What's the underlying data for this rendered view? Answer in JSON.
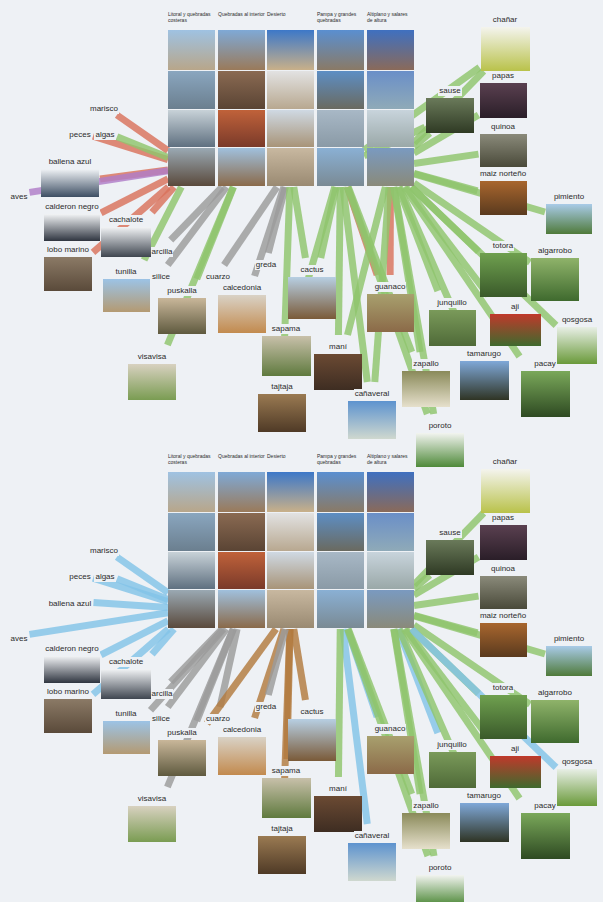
{
  "diagram": {
    "nodes": [
      {
        "text": [
          "Litoral y quebradas costeras"
        ]
      },
      {
        "text": [
          "Quebradas al interior"
        ]
      },
      {
        "text": [
          "Desierto"
        ]
      },
      {
        "text": [
          "Pampa y grandes quebradas"
        ]
      },
      {
        "text": [
          "Altiplano y salares de altura"
        ]
      },
      {
        "text": [
          "marisco"
        ]
      },
      {
        "text": [
          "peces"
        ]
      },
      {
        "text": [
          "algas"
        ]
      },
      {
        "text": [
          "ballena azul"
        ]
      },
      {
        "text": [
          "aves"
        ]
      },
      {
        "text": [
          "calderon negro"
        ]
      },
      {
        "text": [
          "cachalote"
        ]
      },
      {
        "text": [
          "lobo marino"
        ]
      },
      {
        "text": [
          "arcilla"
        ]
      },
      {
        "text": [
          "silice"
        ]
      },
      {
        "text": [
          "tunilla"
        ]
      },
      {
        "text": [
          "puskalla"
        ]
      },
      {
        "text": [
          "cuarzo"
        ]
      },
      {
        "text": [
          "calcedonia"
        ]
      },
      {
        "text": [
          "greda"
        ]
      },
      {
        "text": [
          "cactus"
        ]
      },
      {
        "text": [
          "guanaco"
        ]
      },
      {
        "text": [
          "visavisa"
        ]
      },
      {
        "text": [
          "sapama"
        ]
      },
      {
        "text": [
          "maní"
        ]
      },
      {
        "text": [
          "tajtaja"
        ]
      },
      {
        "text": [
          "cañaveral"
        ]
      },
      {
        "text": [
          "zapallo"
        ]
      },
      {
        "text": [
          "poroto"
        ]
      },
      {
        "text": [
          "junquillo"
        ]
      },
      {
        "text": [
          "tamarugo"
        ]
      },
      {
        "text": [
          "sause"
        ]
      },
      {
        "text": [
          "chañar"
        ]
      },
      {
        "text": [
          "papas"
        ]
      },
      {
        "text": [
          "quinoa"
        ]
      },
      {
        "text": [
          "maiz norteño"
        ]
      },
      {
        "text": [
          "pimiento"
        ]
      },
      {
        "text": [
          "totora"
        ]
      },
      {
        "text": [
          "algarrobo"
        ]
      },
      {
        "text": [
          "aji"
        ]
      },
      {
        "text": [
          "qosgosa"
        ]
      },
      {
        "text": [
          "pacay"
        ]
      },
      {
        "text": [
          "Litoral y quebradas costeras"
        ]
      },
      {
        "text": [
          "Quebradas al interior"
        ]
      },
      {
        "text": [
          "Desierto"
        ]
      },
      {
        "text": [
          "Pampa y grandes quebradas"
        ]
      },
      {
        "text": [
          "Altiplano y salares de altura"
        ]
      },
      {
        "text": [
          "marisco"
        ]
      },
      {
        "text": [
          "peces"
        ]
      },
      {
        "text": [
          "algas"
        ]
      },
      {
        "text": [
          "ballena azul"
        ]
      },
      {
        "text": [
          "aves"
        ]
      },
      {
        "text": [
          "calderon negro"
        ]
      },
      {
        "text": [
          "cachalote"
        ]
      },
      {
        "text": [
          "lobo marino"
        ]
      },
      {
        "text": [
          "arcilla"
        ]
      },
      {
        "text": [
          "silice"
        ]
      },
      {
        "text": [
          "tunilla"
        ]
      },
      {
        "text": [
          "puskalla"
        ]
      },
      {
        "text": [
          "cuarzo"
        ]
      },
      {
        "text": [
          "calcedonia"
        ]
      },
      {
        "text": [
          "greda"
        ]
      },
      {
        "text": [
          "cactus"
        ]
      },
      {
        "text": [
          "guanaco"
        ]
      },
      {
        "text": [
          "visavisa"
        ]
      },
      {
        "text": [
          "sapama"
        ]
      },
      {
        "text": [
          "maní"
        ]
      },
      {
        "text": [
          "tajtaja"
        ]
      },
      {
        "text": [
          "cañaveral"
        ]
      },
      {
        "text": [
          "zapallo"
        ]
      },
      {
        "text": [
          "poroto"
        ]
      },
      {
        "text": [
          "junquillo"
        ]
      },
      {
        "text": [
          "tamarugo"
        ]
      },
      {
        "text": [
          "sause"
        ]
      },
      {
        "text": [
          "chañar"
        ]
      },
      {
        "text": [
          "papas"
        ]
      },
      {
        "text": [
          "quinoa"
        ]
      },
      {
        "text": [
          "maiz norteño"
        ]
      },
      {
        "text": [
          "pimiento"
        ]
      },
      {
        "text": [
          "totora"
        ]
      },
      {
        "text": [
          "algarrobo"
        ]
      },
      {
        "text": [
          "aji"
        ]
      },
      {
        "text": [
          "qosgosa"
        ]
      },
      {
        "text": [
          "pacay"
        ]
      }
    ],
    "edges": [
      {
        "from": 5,
        "to": 0,
        "arrow": "none"
      },
      {
        "from": 6,
        "to": 0,
        "arrow": "none"
      },
      {
        "from": 7,
        "to": 0,
        "arrow": "none"
      },
      {
        "from": 8,
        "to": 0,
        "arrow": "none"
      },
      {
        "from": 9,
        "to": 0,
        "arrow": "none"
      },
      {
        "from": 10,
        "to": 0,
        "arrow": "none"
      },
      {
        "from": 11,
        "to": 0,
        "arrow": "none"
      },
      {
        "from": 12,
        "to": 0,
        "arrow": "none"
      },
      {
        "from": 15,
        "to": 0,
        "arrow": "none"
      },
      {
        "from": 13,
        "to": 1,
        "arrow": "none"
      },
      {
        "from": 14,
        "to": 1,
        "arrow": "none"
      },
      {
        "from": 16,
        "to": 1,
        "arrow": "none"
      },
      {
        "from": 22,
        "to": 1,
        "arrow": "none"
      },
      {
        "from": 17,
        "to": 2,
        "arrow": "none"
      },
      {
        "from": 18,
        "to": 2,
        "arrow": "none"
      },
      {
        "from": 19,
        "to": 2,
        "arrow": "none"
      },
      {
        "from": 20,
        "to": 2,
        "arrow": "none"
      },
      {
        "from": 25,
        "to": 2,
        "arrow": "none"
      },
      {
        "from": 20,
        "to": 3,
        "arrow": "none"
      },
      {
        "from": 21,
        "to": 3,
        "arrow": "none"
      },
      {
        "from": 23,
        "to": 3,
        "arrow": "none"
      },
      {
        "from": 24,
        "to": 3,
        "arrow": "none"
      },
      {
        "from": 26,
        "to": 3,
        "arrow": "none"
      },
      {
        "from": 27,
        "to": 3,
        "arrow": "none"
      },
      {
        "from": 28,
        "to": 3,
        "arrow": "none"
      },
      {
        "from": 31,
        "to": 3,
        "arrow": "none"
      },
      {
        "from": 32,
        "to": 3,
        "arrow": "none"
      },
      {
        "from": 21,
        "to": 4,
        "arrow": "none"
      },
      {
        "from": 24,
        "to": 4,
        "arrow": "none"
      },
      {
        "from": 26,
        "to": 4,
        "arrow": "none"
      },
      {
        "from": 27,
        "to": 4,
        "arrow": "none"
      },
      {
        "from": 28,
        "to": 4,
        "arrow": "none"
      },
      {
        "from": 29,
        "to": 4,
        "arrow": "none"
      },
      {
        "from": 30,
        "to": 4,
        "arrow": "none"
      },
      {
        "from": 31,
        "to": 4,
        "arrow": "none"
      },
      {
        "from": 32,
        "to": 4,
        "arrow": "none"
      },
      {
        "from": 33,
        "to": 4,
        "arrow": "none"
      },
      {
        "from": 34,
        "to": 4,
        "arrow": "none"
      },
      {
        "from": 35,
        "to": 4,
        "arrow": "none"
      },
      {
        "from": 36,
        "to": 4,
        "arrow": "none"
      },
      {
        "from": 37,
        "to": 4,
        "arrow": "none"
      },
      {
        "from": 38,
        "to": 4,
        "arrow": "none"
      },
      {
        "from": 39,
        "to": 4,
        "arrow": "none"
      },
      {
        "from": 40,
        "to": 4,
        "arrow": "none"
      },
      {
        "from": 41,
        "to": 4,
        "arrow": "none"
      },
      {
        "from": 47,
        "to": 42,
        "arrow": "none"
      },
      {
        "from": 48,
        "to": 42,
        "arrow": "none"
      },
      {
        "from": 49,
        "to": 42,
        "arrow": "none"
      },
      {
        "from": 50,
        "to": 42,
        "arrow": "none"
      },
      {
        "from": 51,
        "to": 42,
        "arrow": "none"
      },
      {
        "from": 52,
        "to": 42,
        "arrow": "none"
      },
      {
        "from": 53,
        "to": 42,
        "arrow": "none"
      },
      {
        "from": 54,
        "to": 42,
        "arrow": "none"
      },
      {
        "from": 55,
        "to": 43,
        "arrow": "none"
      },
      {
        "from": 56,
        "to": 43,
        "arrow": "none"
      },
      {
        "from": 57,
        "to": 43,
        "arrow": "none"
      },
      {
        "from": 58,
        "to": 43,
        "arrow": "none"
      },
      {
        "from": 59,
        "to": 43,
        "arrow": "none"
      },
      {
        "from": 64,
        "to": 43,
        "arrow": "none"
      },
      {
        "from": 58,
        "to": 44,
        "arrow": "none"
      },
      {
        "from": 60,
        "to": 44,
        "arrow": "none"
      },
      {
        "from": 62,
        "to": 44,
        "arrow": "none"
      },
      {
        "from": 65,
        "to": 44,
        "arrow": "none"
      },
      {
        "from": 67,
        "to": 44,
        "arrow": "none"
      },
      {
        "from": 61,
        "to": 44,
        "arrow": "none"
      },
      {
        "from": 63,
        "to": 45,
        "arrow": "none"
      },
      {
        "from": 68,
        "to": 45,
        "arrow": "none"
      },
      {
        "from": 66,
        "to": 45,
        "arrow": "none"
      },
      {
        "from": 69,
        "to": 45,
        "arrow": "none"
      },
      {
        "from": 70,
        "to": 45,
        "arrow": "none"
      },
      {
        "from": 71,
        "to": 46,
        "arrow": "none"
      },
      {
        "from": 72,
        "to": 46,
        "arrow": "none"
      },
      {
        "from": 73,
        "to": 46,
        "arrow": "none"
      },
      {
        "from": 74,
        "to": 46,
        "arrow": "none"
      },
      {
        "from": 75,
        "to": 46,
        "arrow": "none"
      },
      {
        "from": 76,
        "to": 46,
        "arrow": "none"
      },
      {
        "from": 77,
        "to": 46,
        "arrow": "none"
      },
      {
        "from": 78,
        "to": 46,
        "arrow": "none"
      },
      {
        "from": 79,
        "to": 46,
        "arrow": "none"
      },
      {
        "from": 80,
        "to": 46,
        "arrow": "none"
      },
      {
        "from": 81,
        "to": 46,
        "arrow": "none"
      },
      {
        "from": 82,
        "to": 46,
        "arrow": "none"
      },
      {
        "from": 83,
        "to": 46,
        "arrow": "none"
      },
      {
        "from": 69,
        "to": 46,
        "arrow": "none"
      },
      {
        "from": 70,
        "to": 46,
        "arrow": "none"
      }
    ]
  }
}
